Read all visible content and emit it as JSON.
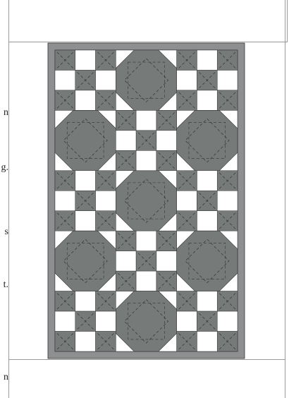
{
  "page": {
    "edge_fragments": [
      "n",
      "g.",
      "s",
      "t.",
      "n"
    ]
  },
  "quilt": {
    "colors": {
      "border": "#8e8f90",
      "dark": "#767b79",
      "light": "#ffffff",
      "outline": "#333333",
      "stitch": "#333333"
    },
    "layout": {
      "columns": 3,
      "rows": 5,
      "pattern": [
        "ninepatch",
        "snowball",
        "ninepatch",
        "snowball",
        "ninepatch",
        "snowball",
        "ninepatch",
        "snowball",
        "ninepatch",
        "snowball",
        "ninepatch",
        "snowball",
        "ninepatch",
        "snowball",
        "ninepatch"
      ]
    }
  }
}
